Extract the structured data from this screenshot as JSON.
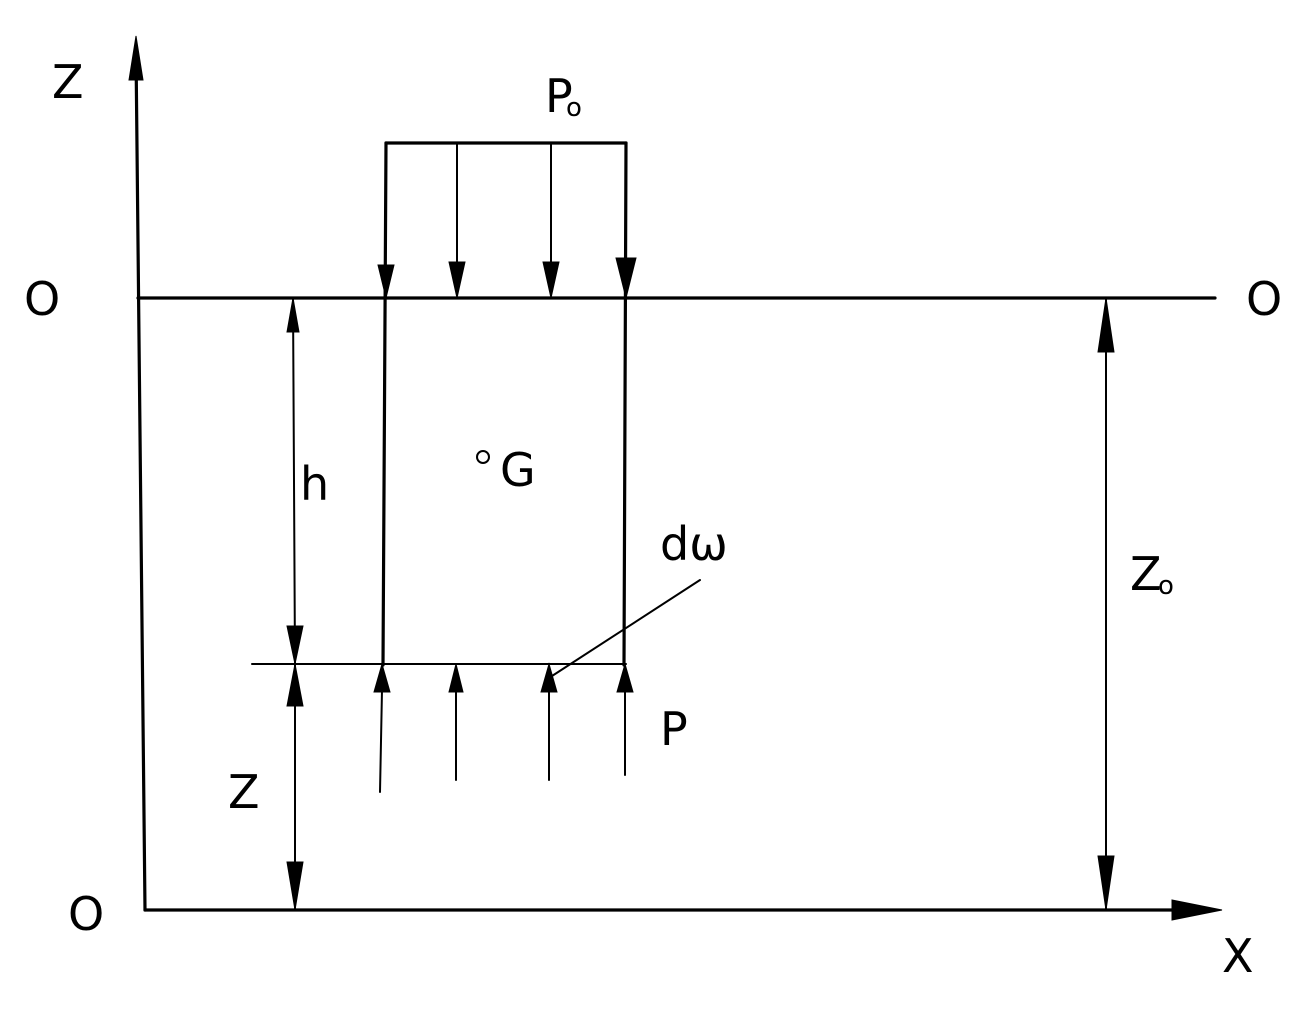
{
  "axes": {
    "z_label": "Z",
    "x_label": "X",
    "origin_label": "O"
  },
  "surface": {
    "left_label": "O",
    "right_label": "O"
  },
  "labels": {
    "p0_main": "P",
    "p0_sub": "o",
    "h": "h",
    "G": "G",
    "dw": "dω",
    "p": "P",
    "z": "Z",
    "z0_main": "Z",
    "z0_sub": "o"
  }
}
